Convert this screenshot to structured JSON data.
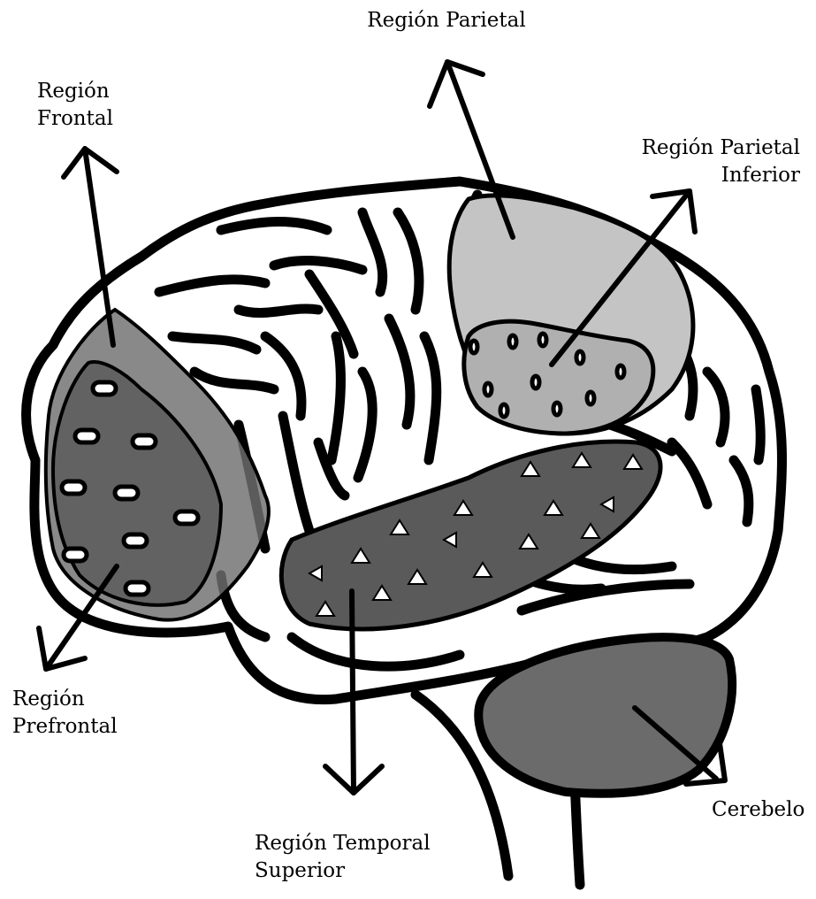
{
  "labels": {
    "parietal": "Región Parietal",
    "frontal_line1": "Región",
    "frontal_line2": "Frontal",
    "parietal_inferior_line1": "Región Parietal",
    "parietal_inferior_line2": "Inferior",
    "prefrontal_line1": "Región",
    "prefrontal_line2": "Prefrontal",
    "temporal_line1": "Región Temporal",
    "temporal_line2": "Superior",
    "cerebellum": "Cerebelo"
  },
  "colors": {
    "outline": "#000000",
    "brain_fill": "#ffffff",
    "frontal_region": "#6f6f6f",
    "prefrontal_region": "#5e5e5e",
    "parietal_region": "#c4c4c4",
    "parietal_inferior_region": "#b0b0b0",
    "temporal_region": "#5a5a5a",
    "cerebellum": "#6b6b6b"
  },
  "markers": {
    "prefrontal": "white-ovals",
    "temporal": "white-triangles",
    "parietal_inferior": "black-ovals"
  }
}
